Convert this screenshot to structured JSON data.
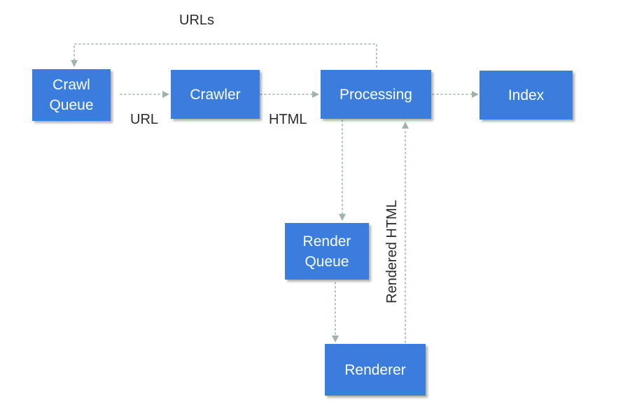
{
  "colors": {
    "node_fill": "#3b7ddd",
    "node_text": "#ffffff",
    "edge": "#9eb3ad",
    "label_text": "#2b2b2b",
    "background": "#ffffff"
  },
  "nodes": {
    "crawl_queue": "Crawl\nQueue",
    "crawler": "Crawler",
    "processing": "Processing",
    "index": "Index",
    "render_queue": "Render\nQueue",
    "renderer": "Renderer"
  },
  "edges": {
    "urls": "URLs",
    "url": "URL",
    "html": "HTML",
    "rendered_html": "Rendered HTML"
  }
}
